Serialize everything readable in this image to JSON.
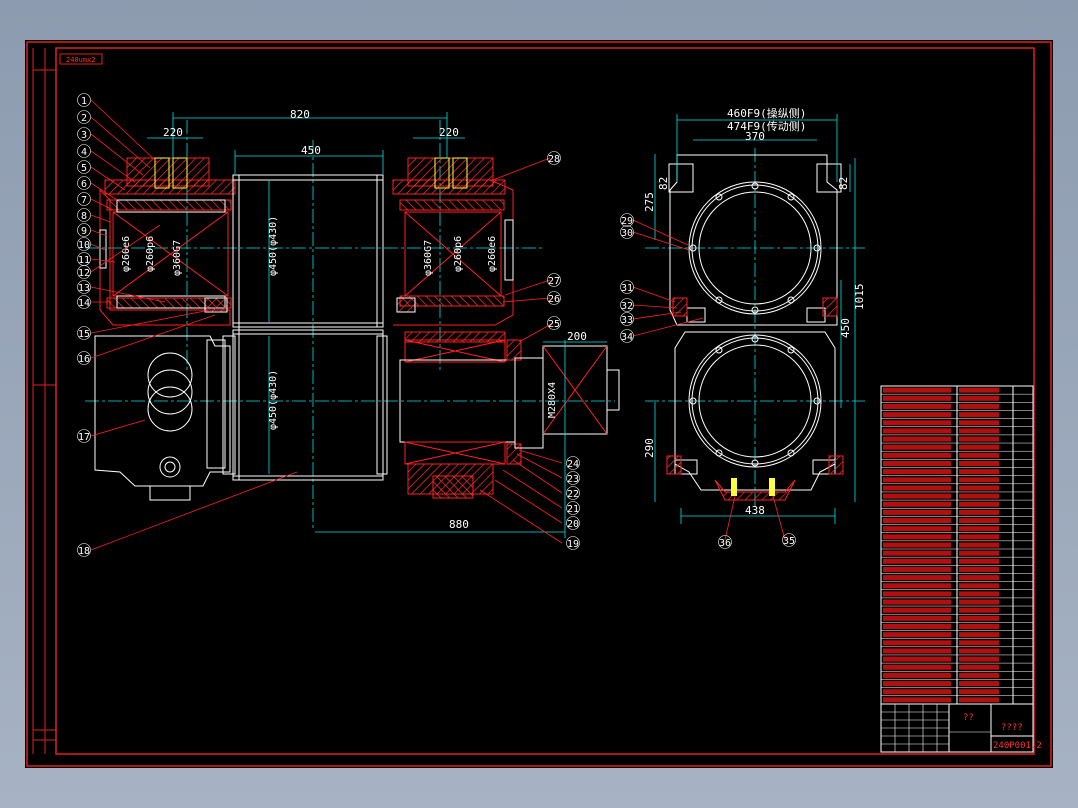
{
  "drawing": {
    "corner_tag": "240umx2",
    "dimensions": {
      "d820": "820",
      "d220a": "220",
      "d220b": "220",
      "d450top": "450",
      "d200": "200",
      "d880": "880",
      "phi260e6_left": "φ260e6",
      "phi260p6_left": "φ260p6",
      "phi360g7_left": "φ360G7",
      "phi450_430_upper": "φ450(φ430)",
      "phi450_430_lower": "φ450(φ430)",
      "phi360g7_right": "φ360G7",
      "phi260p6_right": "φ260p6",
      "phi260e6_right": "φ260e6",
      "m280x4": "M280X4",
      "d460f9": "460F9(操纵侧)",
      "d474f9": "474F9(传动侧)",
      "d370": "370",
      "d82a": "82",
      "d82b": "82",
      "d275": "275",
      "d1015": "1015",
      "d450side": "450",
      "d290": "290",
      "d438": "438"
    },
    "balloons": [
      "1",
      "2",
      "3",
      "4",
      "5",
      "6",
      "7",
      "8",
      "9",
      "10",
      "11",
      "12",
      "13",
      "14",
      "15",
      "16",
      "17",
      "18",
      "19",
      "20",
      "21",
      "22",
      "23",
      "24",
      "25",
      "26",
      "27",
      "28",
      "29",
      "30",
      "31",
      "32",
      "33",
      "34",
      "35",
      "36"
    ]
  },
  "title_block": {
    "name_cell": "??",
    "title_cell": "????",
    "drawing_number": "240P001.2"
  },
  "colors": {
    "outline": "#ff2020",
    "part": "#ffffff",
    "center": "#00e5e5",
    "hatch": "#ff3030",
    "accent": "#ffff40",
    "frame": "#e02020"
  }
}
